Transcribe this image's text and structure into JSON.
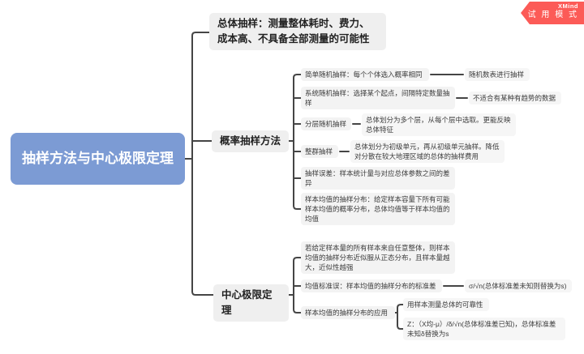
{
  "badge": {
    "brand": "XMind",
    "mode": "试 用 模 式",
    "color": "#fc5b57"
  },
  "root": {
    "label": "抽样方法与中心极限定理",
    "color": "#7c9bd4"
  },
  "overall": {
    "label": "总体抽样：测量整体耗时、费力、成本高、不具备全部测量的可能性"
  },
  "probability": {
    "label": "概率抽样方法",
    "simple": {
      "label": "简单随机抽样：每个个体选入概率相同",
      "note": "随机数表进行抽样"
    },
    "systematic": {
      "label": "系统随机抽样：选择某个起点，间隔特定数量抽样",
      "note": "不适合有某种有趋势的数据"
    },
    "stratified": {
      "label": "分层随机抽样",
      "note": "总体划分为多个层，从每个层中选取。更能反映总体特征"
    },
    "cluster": {
      "label": "整群抽样",
      "note": "总体划分为初级单元，再从初级单元抽样。降低对分散在较大地理区域的总体的抽样费用"
    },
    "sampling_error": {
      "label": "抽样误差：样本统计量与对应总体参数之间的差异"
    },
    "sampling_distribution": {
      "label": "样本均值的抽样分布：给定样本容量下所有可能样本均值的概率分布，总体均值等于样本均值的均值"
    }
  },
  "clt": {
    "label": "中心极限定理",
    "statement": {
      "label": "若给定样本量的所有样本来自任意整体，则样本均值的抽样分布近似服从正态分布，且样本量越大，近似性越强"
    },
    "stderr": {
      "label": "均值标准误：样本均值的抽样分布的标准差",
      "note": "σ/√n(总体标准差未知则替换为s)"
    },
    "application": {
      "label": "样本均值的抽样分布的应用",
      "reliability": "用样本测量总体的可靠性",
      "zscore": "Z：（X均-μ）/δ/√n(总体标准差已知)，总体标准差未知δ替换为s"
    }
  },
  "line_color": "#454545"
}
